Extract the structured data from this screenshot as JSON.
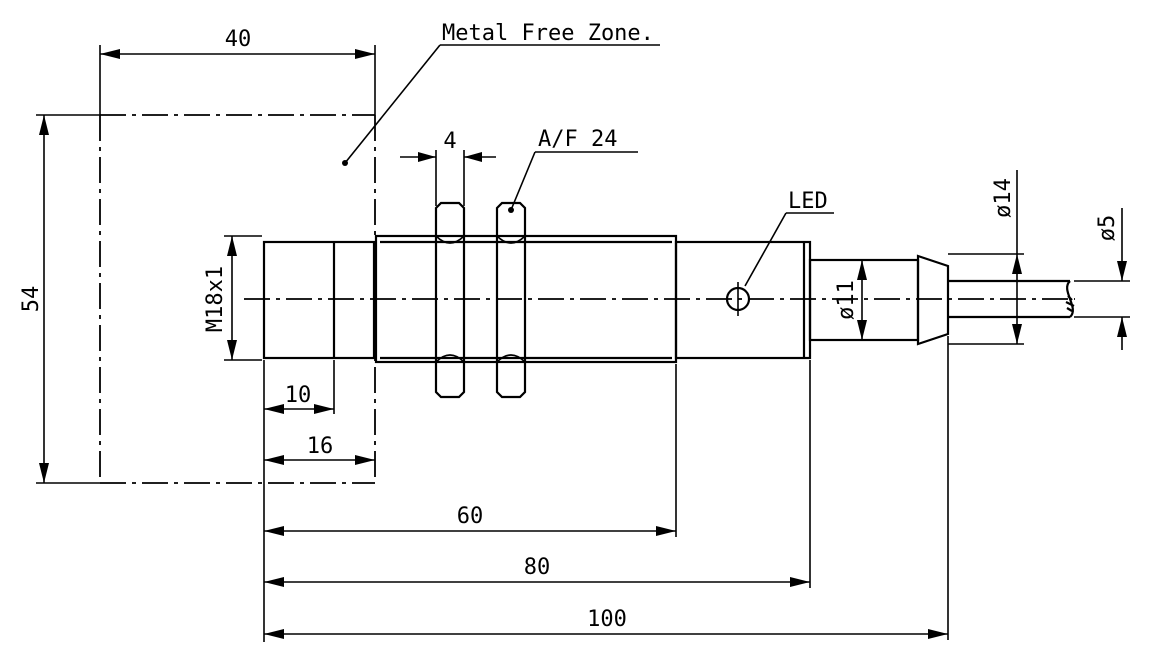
{
  "annotations": {
    "metal_free_zone": "Metal Free Zone.",
    "af": "A/F 24",
    "led": "LED"
  },
  "dimensions": {
    "zone_width": "40",
    "zone_height": "54",
    "nut_thickness": "4",
    "thread": "M18x1",
    "d10": "10",
    "d16": "16",
    "d60": "60",
    "d80": "80",
    "d100": "100",
    "dia11": "ø11",
    "dia14": "ø14",
    "dia5": "ø5"
  }
}
